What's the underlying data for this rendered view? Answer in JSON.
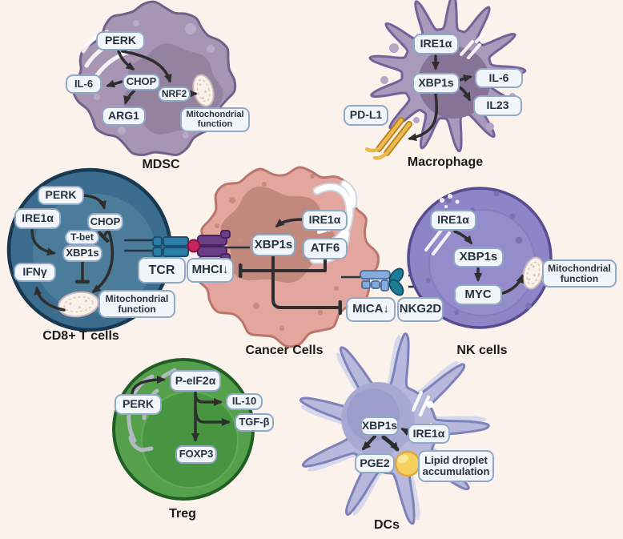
{
  "colors": {
    "background": "#fbf2ec",
    "label_box_bg": "#f2f6fb",
    "label_box_border": "#8fa9c7",
    "arrow": "#2e2e2e",
    "mdsc": "#a795b3",
    "macrophage": "#a99abc",
    "cd8": "#3d6d8e",
    "cancer": "#e3a69e",
    "nk": "#8d85c5",
    "treg": "#55a04a",
    "dc": "#b7b8db",
    "tcr_blue": "#2d7ca8",
    "mhc_purple": "#6b3f88",
    "peptide_red": "#c2255f",
    "mica_blue": "#85abdb",
    "nkg2d_teal": "#1e7b96",
    "pdl1_gold": "#e8ae4a",
    "lipid_yellow": "#f6d05c"
  },
  "cells": {
    "mdsc": {
      "caption": "MDSC",
      "labels": {
        "perk": "PERK",
        "il6": "IL-6",
        "chop": "CHOP",
        "nrf2": "NRF2",
        "arg1": "ARG1",
        "mito": "Mitochondrial function"
      }
    },
    "macrophage": {
      "caption": "Macrophage",
      "labels": {
        "ire1a": "IRE1α",
        "xbp1s": "XBP1s",
        "il6": "IL-6",
        "il23": "IL23",
        "pdl1": "PD-L1"
      }
    },
    "cd8": {
      "caption": "CD8+ T cells",
      "labels": {
        "perk": "PERK",
        "ire1a": "IRE1α",
        "chop": "CHOP",
        "tbet": "T-bet",
        "xbp1s": "XBP1s",
        "ifng": "IFNγ",
        "tcr": "TCR",
        "mito": "Mitochondrial function"
      }
    },
    "cancer": {
      "caption": "Cancer Cells",
      "labels": {
        "ire1a": "IRE1α",
        "xbp1s": "XBP1s",
        "atf6": "ATF6",
        "mhci": "MHCI↓",
        "mica": "MICA↓"
      }
    },
    "nk": {
      "caption": "NK cells",
      "labels": {
        "ire1a": "IRE1α",
        "xbp1s": "XBP1s",
        "myc": "MYC",
        "nkg2d": "NKG2D",
        "mito": "Mitochondrial function"
      }
    },
    "treg": {
      "caption": "Treg",
      "labels": {
        "perk": "PERK",
        "peif2a": "P-eIF2α",
        "il10": "IL-10",
        "tgfb": "TGF-β",
        "foxp3": "FOXP3"
      }
    },
    "dc": {
      "caption": "DCs",
      "labels": {
        "xbp1s": "XBP1s",
        "ire1a": "IRE1α",
        "pge2": "PGE2",
        "lipid": "Lipid droplet accumulation"
      }
    }
  }
}
